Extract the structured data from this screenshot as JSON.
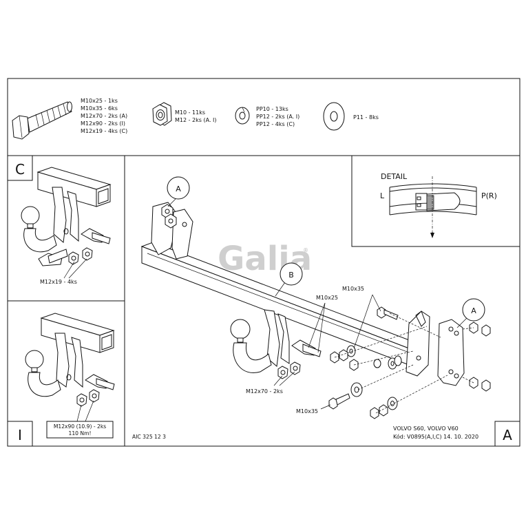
{
  "hardware": {
    "bolt_lines": [
      "M10x25 - 1ks",
      "M10x35 - 6ks",
      "M12x70 - 2ks (A)",
      "M12x90 - 2ks (I)",
      "M12x19 - 4ks (C)"
    ],
    "nut_lines": [
      "M10 - 11ks",
      "M12 - 2ks (A. I)"
    ],
    "washer_lines": [
      "PP10 - 13ks",
      "PP12 - 2ks (A. I)",
      "PP12 - 4ks (C)"
    ],
    "flat_washer_lines": [
      "P11 - 8ks"
    ]
  },
  "panels": {
    "c_letter": "C",
    "c_callout": "M12x19 - 4ks",
    "i_letter": "I",
    "i_callout_1": "M12x90 (10.9) - 2ks",
    "i_callout_2": "110 Nm!",
    "detail_title": "DETAIL",
    "detail_left": "L",
    "detail_right": "P(R)"
  },
  "main": {
    "callout_a_top": "A",
    "callout_b": "B",
    "callout_a_right": "A",
    "label_m10x25": "M10x25",
    "label_m10x35_top": "M10x35",
    "label_m10x35_bottom": "M10x35",
    "label_m12x70": "M12x70 - 2ks",
    "watermark": "Galia",
    "watermark_mark": "®"
  },
  "footer": {
    "code": "AIC 325 12 3",
    "vehicle": "VOLVO S60, VOLVO V60",
    "kod": "Kód: V0895(A,I,C)  14. 10. 2020",
    "corner_letter": "A"
  }
}
